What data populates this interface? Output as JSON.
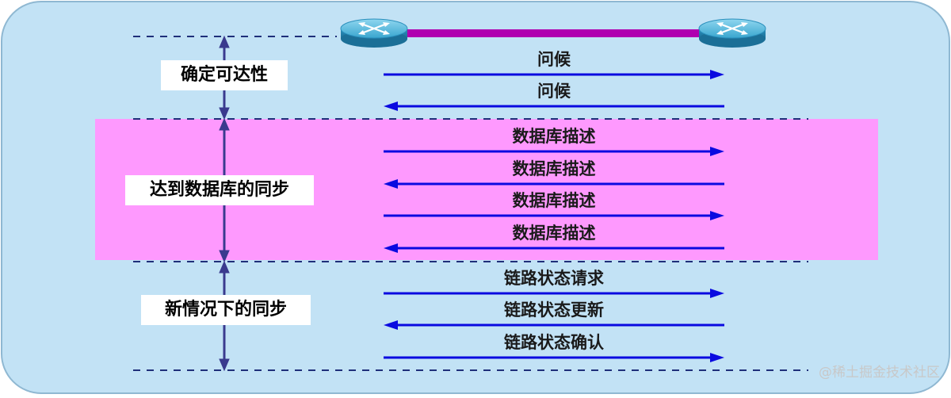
{
  "phases": [
    {
      "label": "确定可达性"
    },
    {
      "label": "达到数据库的同步"
    },
    {
      "label": "新情况下的同步"
    }
  ],
  "messages": [
    {
      "label": "问候",
      "direction": "right"
    },
    {
      "label": "问候",
      "direction": "left"
    },
    {
      "label": "数据库描述",
      "direction": "right"
    },
    {
      "label": "数据库描述",
      "direction": "left"
    },
    {
      "label": "数据库描述",
      "direction": "right"
    },
    {
      "label": "数据库描述",
      "direction": "left"
    },
    {
      "label": "链路状态请求",
      "direction": "right"
    },
    {
      "label": "链路状态更新",
      "direction": "left"
    },
    {
      "label": "链路状态确认",
      "direction": "right"
    }
  ],
  "watermark": "@稀土掘金技术社区",
  "colors": {
    "background_panel": "#c2e2f5",
    "panel_border": "#8fb8d2",
    "sync_band": "#fe99fe",
    "arrow": "#0a0ae0",
    "phase_axis": "#3a3a8e",
    "dashed_line": "#1f2f7a",
    "router_link": "#b000b0",
    "router_body": "#3aa6cf"
  },
  "icons": {
    "left_router": "router-icon",
    "right_router": "router-icon"
  }
}
